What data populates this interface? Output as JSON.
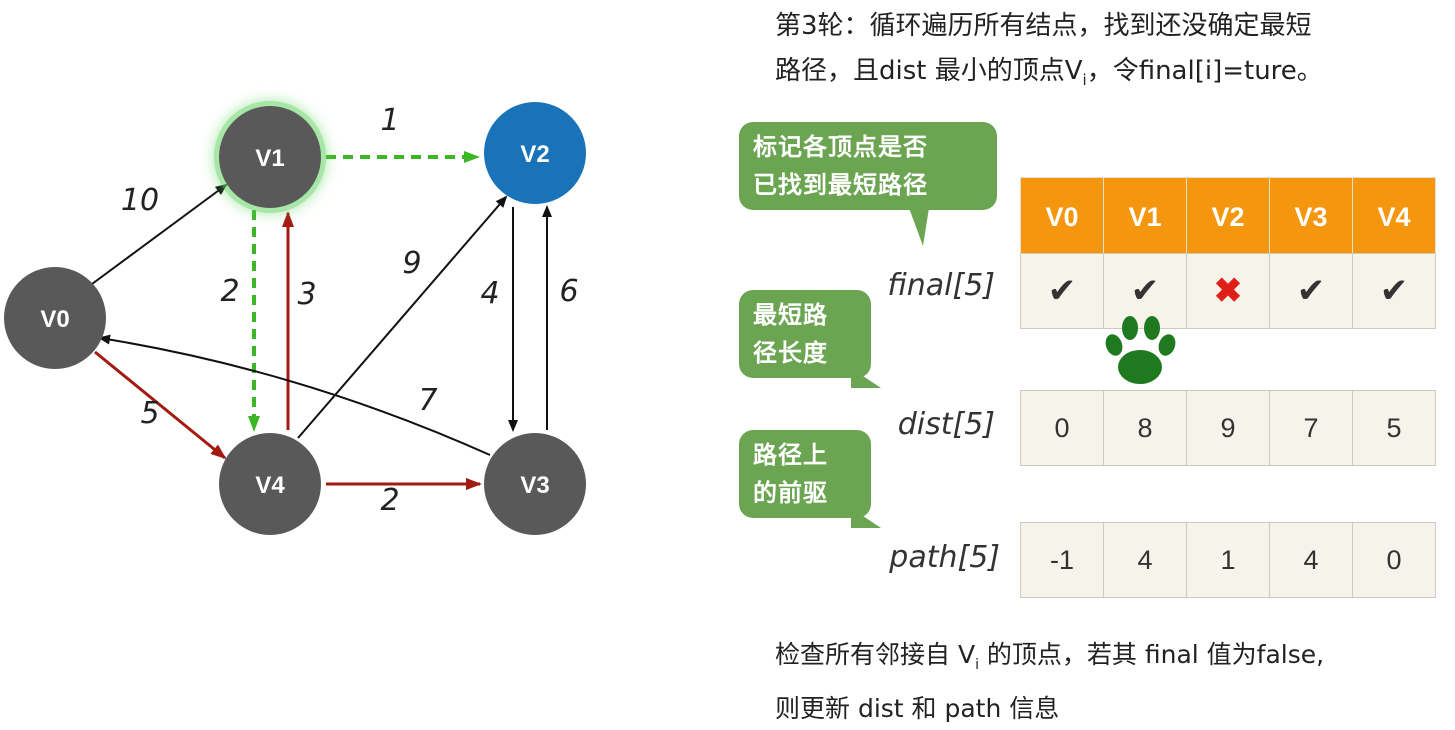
{
  "header": {
    "line1": "第3轮：循环遍历所有结点，找到还没确定最短",
    "line2_prefix": "路径，且dist 最小的顶点V",
    "line2_sub": "i",
    "line2_suffix": "，令final[i]=ture。"
  },
  "graph": {
    "nodes": [
      {
        "id": "V0",
        "label": "V0",
        "color": "#595959"
      },
      {
        "id": "V1",
        "label": "V1",
        "color": "#595959",
        "glow": "#5fd35f"
      },
      {
        "id": "V2",
        "label": "V2",
        "color": "#1a73b8"
      },
      {
        "id": "V3",
        "label": "V3",
        "color": "#595959"
      },
      {
        "id": "V4",
        "label": "V4",
        "color": "#595959"
      }
    ],
    "edges": [
      {
        "from": "V0",
        "to": "V1",
        "weight": "10",
        "style": "black"
      },
      {
        "from": "V0",
        "to": "V4",
        "weight": "5",
        "style": "red"
      },
      {
        "from": "V1",
        "to": "V2",
        "weight": "1",
        "style": "green-dashed"
      },
      {
        "from": "V1",
        "to": "V4",
        "weight": "2",
        "style": "green-dashed"
      },
      {
        "from": "V4",
        "to": "V1",
        "weight": "3",
        "style": "red"
      },
      {
        "from": "V4",
        "to": "V2",
        "weight": "9",
        "style": "black"
      },
      {
        "from": "V2",
        "to": "V3",
        "weight": "4",
        "style": "black"
      },
      {
        "from": "V3",
        "to": "V2",
        "weight": "6",
        "style": "black"
      },
      {
        "from": "V3",
        "to": "V0",
        "weight": "7",
        "style": "black"
      },
      {
        "from": "V4",
        "to": "V3",
        "weight": "2",
        "style": "red"
      }
    ]
  },
  "callouts": {
    "final_note_line1": "标记各顶点是否",
    "final_note_line2": "已找到最短路径",
    "dist_note_line1": "最短路",
    "dist_note_line2": "径长度",
    "path_note_line1": "路径上",
    "path_note_line2": "的前驱"
  },
  "table": {
    "headers": [
      "V0",
      "V1",
      "V2",
      "V3",
      "V4"
    ],
    "final_label": "final[5]",
    "final": [
      true,
      true,
      false,
      true,
      true
    ],
    "dist_label": "dist[5]",
    "dist": [
      "0",
      "8",
      "9",
      "7",
      "5"
    ],
    "path_label": "path[5]",
    "path": [
      "-1",
      "4",
      "1",
      "4",
      "0"
    ]
  },
  "colors": {
    "header_orange": "#f5960f",
    "callout_green": "#6ba552",
    "cross_red": "#dd1f18",
    "paw_green": "#1f7a1f",
    "edge_red": "#a31a12",
    "edge_green": "#3cb526"
  },
  "icons": {
    "check": "check-icon",
    "cross": "cross-icon",
    "paw": "paw-icon"
  },
  "footer": {
    "line1_prefix": "检查所有邻接自 V",
    "line1_sub": "i",
    "line1_suffix": " 的顶点，若其 final 值为false,",
    "line2": "则更新 dist 和 path 信息"
  }
}
